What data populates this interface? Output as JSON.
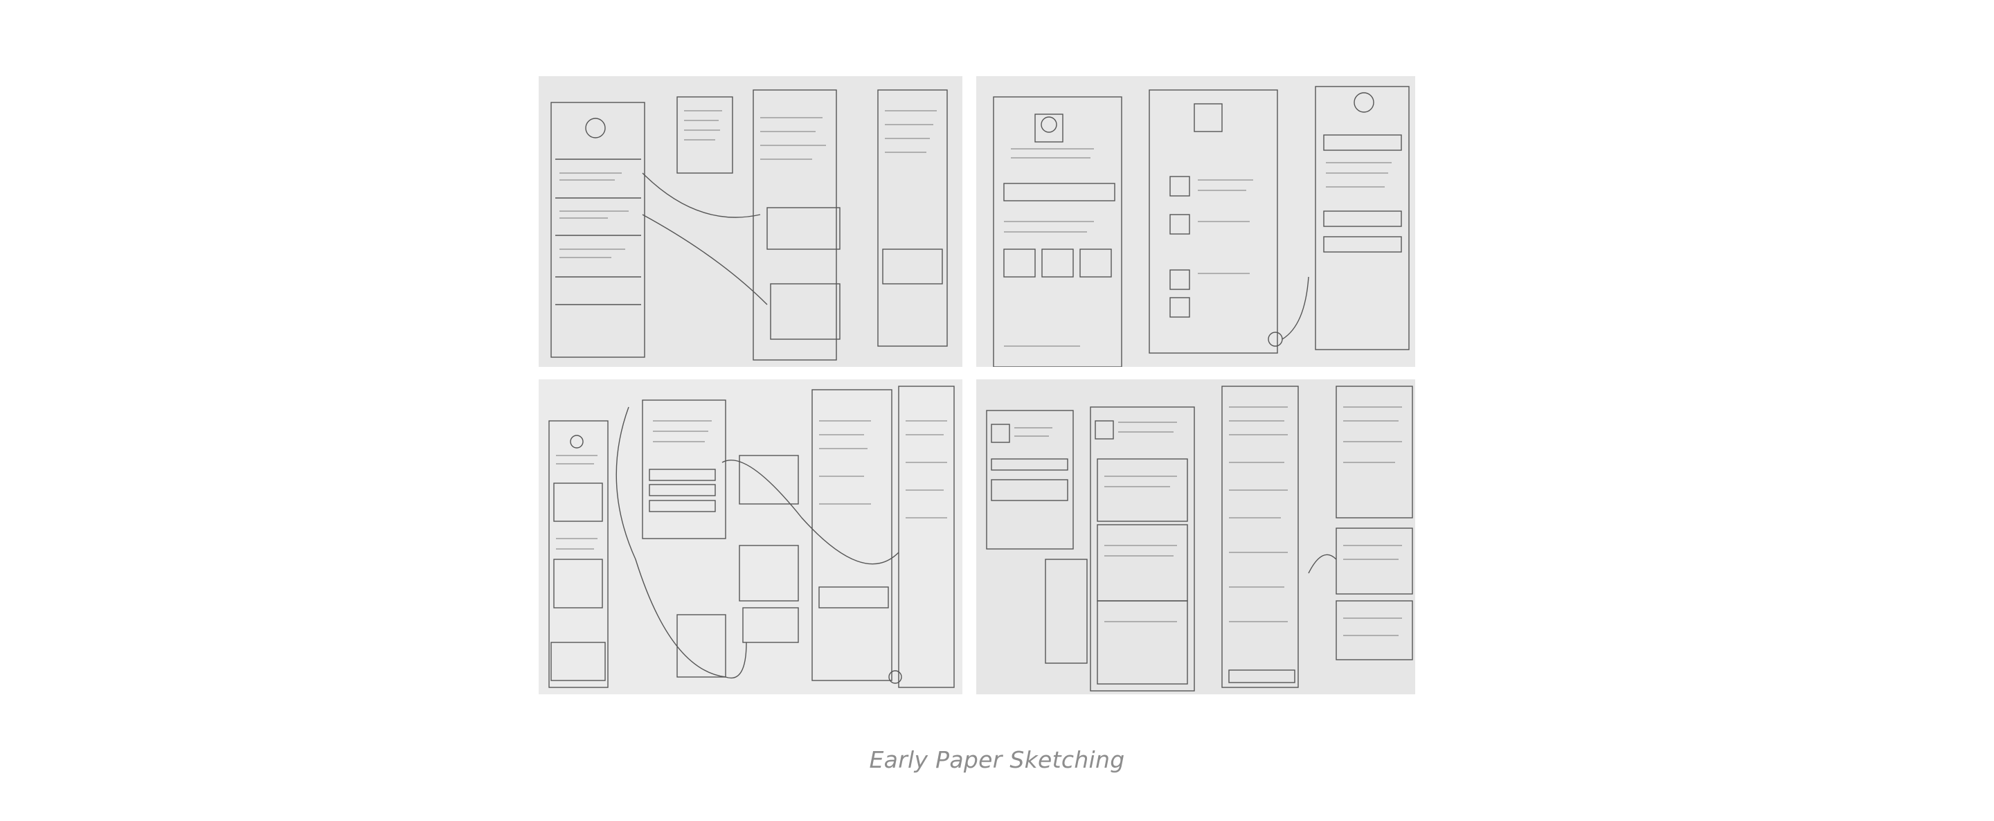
{
  "caption": "Early Paper Sketching",
  "photos": [
    {
      "name": "sketch-photo-1"
    },
    {
      "name": "sketch-photo-2"
    },
    {
      "name": "sketch-photo-3"
    },
    {
      "name": "sketch-photo-4"
    }
  ]
}
